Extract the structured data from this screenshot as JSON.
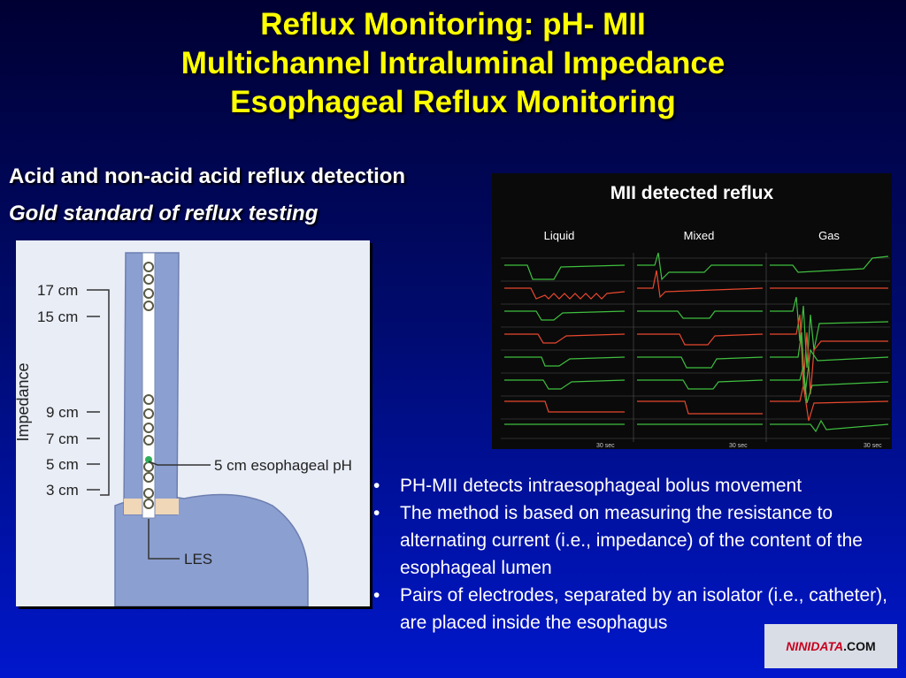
{
  "title": {
    "line1": "Reflux Monitoring: pH- MII",
    "line2": "Multichannel Intraluminal Impedance",
    "line3": "Esophageal Reflux Monitoring"
  },
  "subtitle1": "Acid and non-acid acid reflux detection",
  "subtitle2": "Gold standard of reflux testing",
  "diagram": {
    "axis_label": "Impedance",
    "marks": [
      "17 cm",
      "15 cm",
      "9 cm",
      "7 cm",
      "5 cm",
      "3 cm"
    ],
    "ph_label": "5 cm esophageal pH",
    "les_label": "LES"
  },
  "mii": {
    "title": "MII detected reflux",
    "columns": [
      "Liquid",
      "Mixed",
      "Gas"
    ],
    "scale_labels": [
      "30 sec",
      "30 sec",
      "30 sec"
    ]
  },
  "bullets": [
    "PH-MII detects intraesophageal bolus movement",
    "The method is based on measuring the resistance to alternating current (i.e., impedance) of the content of the esophageal lumen",
    "Pairs of electrodes, separated by an isolator (i.e., catheter), are placed inside the esophagus"
  ],
  "logo": {
    "part1": "NINIDATA",
    "part2": ".COM"
  },
  "colors": {
    "title": "#ffff00",
    "text": "#ffffff",
    "trace_green": "#3fbf3f",
    "trace_red": "#e8482e",
    "esophagus": "#8b9fd0"
  }
}
